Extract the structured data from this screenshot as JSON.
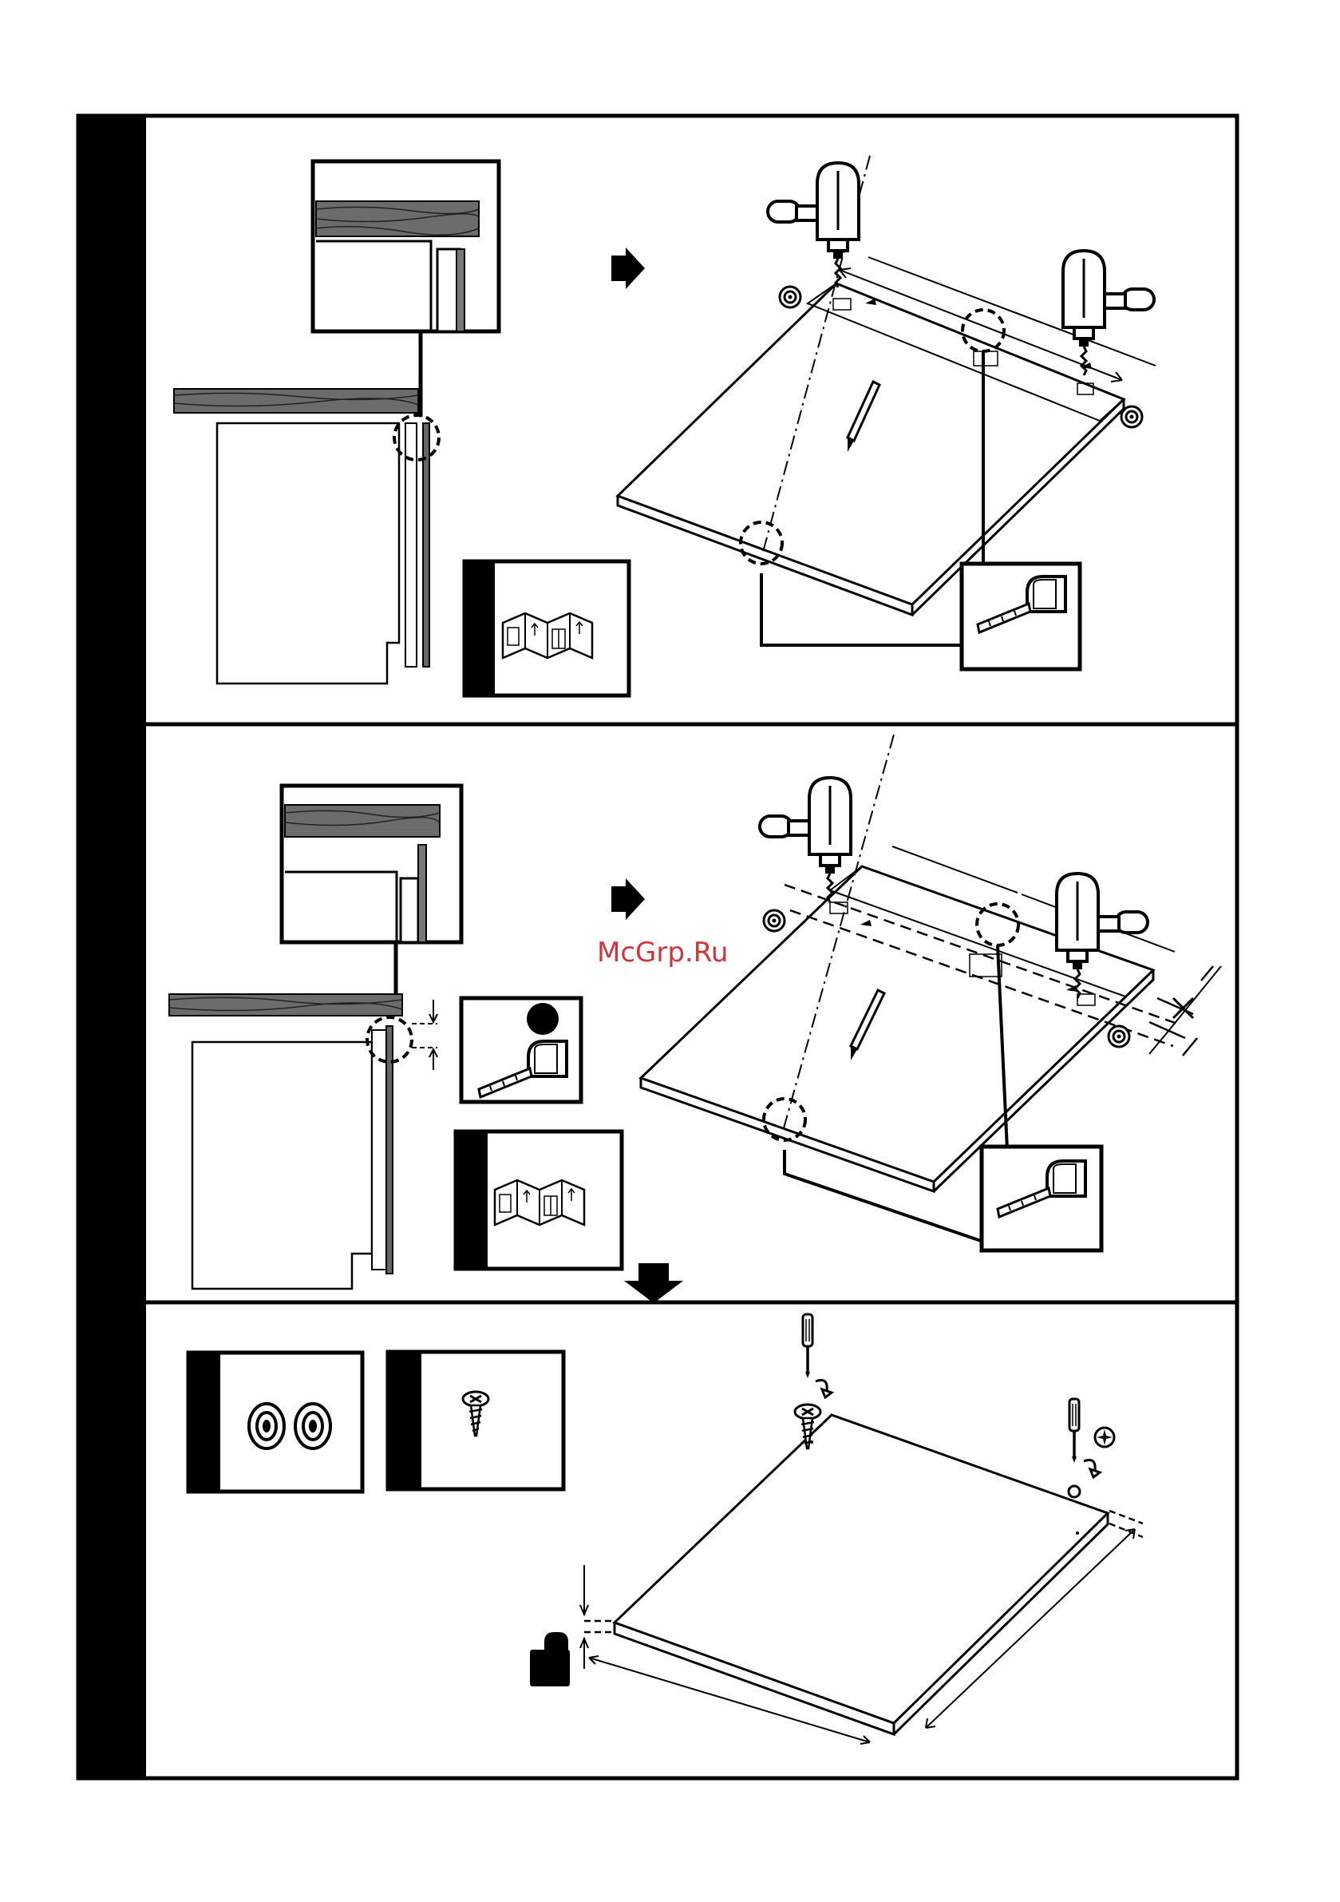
{
  "watermark": "McGrp.Ru",
  "colors": {
    "line": "#000000",
    "background": "#ffffff",
    "watermark": "#d2343c",
    "wood_grain": "#6c6c6c"
  },
  "icons": [
    "drill-icon",
    "pencil-icon",
    "tape-measure-icon",
    "pamphlet-icon",
    "arrow-right-icon",
    "arrow-down-icon",
    "screwdriver-icon",
    "phillips-head-icon",
    "rotate-arrow-icon",
    "weight-icon",
    "cabinet-foot-icon",
    "wood-screw-icon",
    "marker-dot-icon"
  ],
  "panels": [
    {
      "id": "step-1",
      "parts": [
        "plinth-detail",
        "cabinet-side-view",
        "drilling-top-panel",
        "tape-measure",
        "instruction-sheet"
      ]
    },
    {
      "id": "step-2",
      "parts": [
        "plinth-detail",
        "cabinet-side-view",
        "offset-measure",
        "drilling-top-panel",
        "tape-measure",
        "instruction-sheet"
      ]
    },
    {
      "id": "step-3",
      "parts": [
        "cabinet-feet",
        "wood-screw",
        "screw-in-feet",
        "weight-symbol"
      ]
    }
  ]
}
